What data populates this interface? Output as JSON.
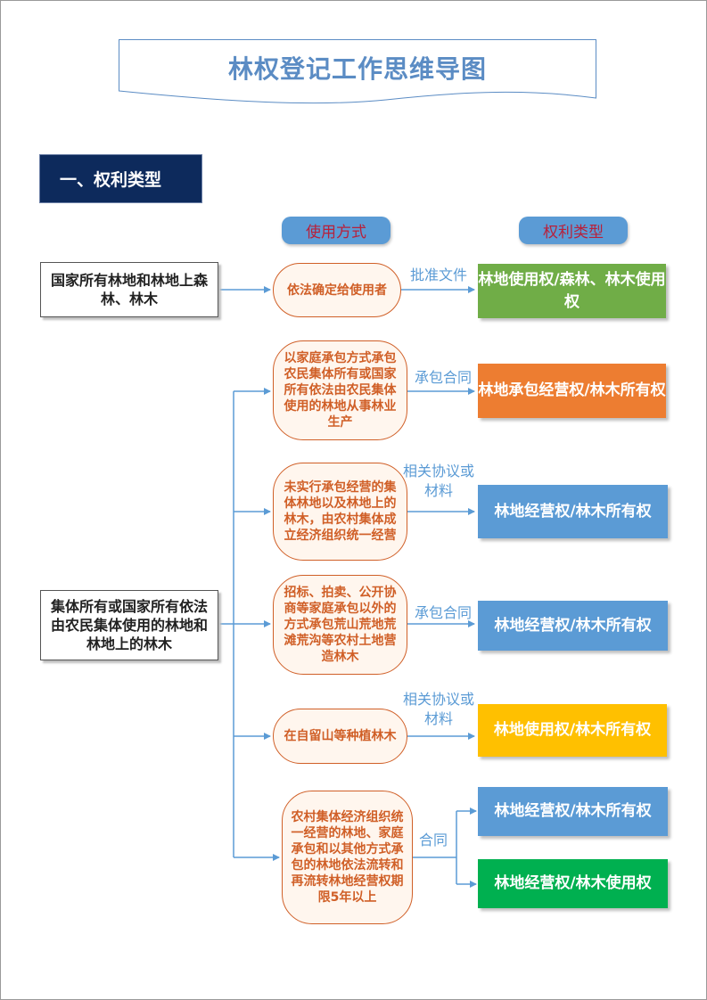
{
  "title": "林权登记工作思维导图",
  "section": "一、权利类型",
  "headers": {
    "method": "使用方式",
    "right": "权利类型"
  },
  "sources": [
    "国家所有林地和林地上森林、林木",
    "集体所有或国家所有依法由农民集体使用的林地和林地上的林木"
  ],
  "methods": [
    "依法确定给使用者",
    "以家庭承包方式承包农民集体所有或国家所有依法由农民集体使用的林地从事林业生产",
    "未实行承包经营的集体林地以及林地上的林木，由农村集体成立经济组织统一经营",
    "招标、拍卖、公开协商等家庭承包以外的方式承包荒山荒地荒滩荒沟等农村土地营造林木",
    "在自留山等种植林木",
    "农村集体经济组织统一经营的林地、家庭承包和以其他方式承包的林地依法流转和再流转林地经营权期限5年以上"
  ],
  "documents": [
    "批准文件",
    "承包合同",
    "相关协议或材料",
    "承包合同",
    "相关协议或材料",
    "合同"
  ],
  "rights": [
    "林地使用权/森林、林木使用权",
    "林地承包经营权/林木所有权",
    "林地经营权/林木所有权",
    "林地经营权/林木所有权",
    "林地使用权/林木所有权",
    "林地经营权/林木所有权",
    "林地经营权/林木使用权"
  ],
  "colors": {
    "line": "#5b9bd5",
    "method_border": "#d05f27",
    "section_bg": "#0d2a5c",
    "green": "#70ad47",
    "orange": "#ed7d31",
    "blue": "#5b9bd5",
    "gold": "#ffc000",
    "bright_green": "#00b050"
  }
}
